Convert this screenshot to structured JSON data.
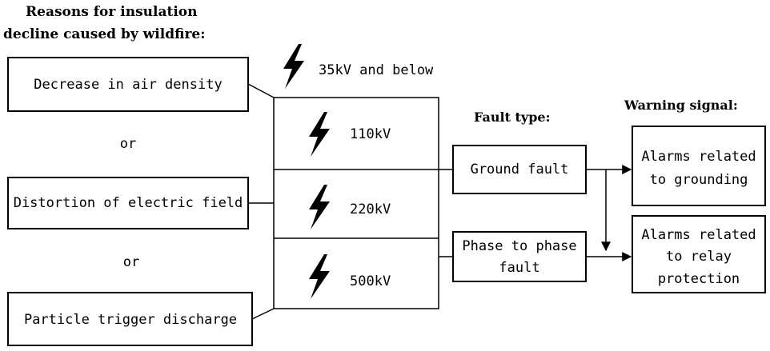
{
  "heading": {
    "reasons_line1": "Reasons for insulation",
    "reasons_line2": "decline caused by wildfire:",
    "fault_type": "Fault type:",
    "warning_signal": "Warning signal:"
  },
  "causes": [
    {
      "label": "Decrease in air density"
    },
    {
      "label": "Distortion of electric field"
    },
    {
      "label": "Particle trigger discharge"
    }
  ],
  "connectors": [
    "or",
    "or"
  ],
  "voltages": [
    {
      "label": "35kV and below"
    },
    {
      "label": "110kV"
    },
    {
      "label": "220kV"
    },
    {
      "label": "500kV"
    }
  ],
  "faults": [
    {
      "lines": [
        "Ground fault"
      ]
    },
    {
      "lines": [
        "Phase to phase",
        "fault"
      ]
    }
  ],
  "warnings": [
    {
      "lines": [
        "Alarms related",
        "to grounding"
      ]
    },
    {
      "lines": [
        "Alarms related",
        "to relay",
        "protection"
      ]
    }
  ],
  "icons": {
    "voltage": "lightning-bolt-icon"
  },
  "colors": {
    "stroke": "#000000",
    "background": "#ffffff"
  }
}
